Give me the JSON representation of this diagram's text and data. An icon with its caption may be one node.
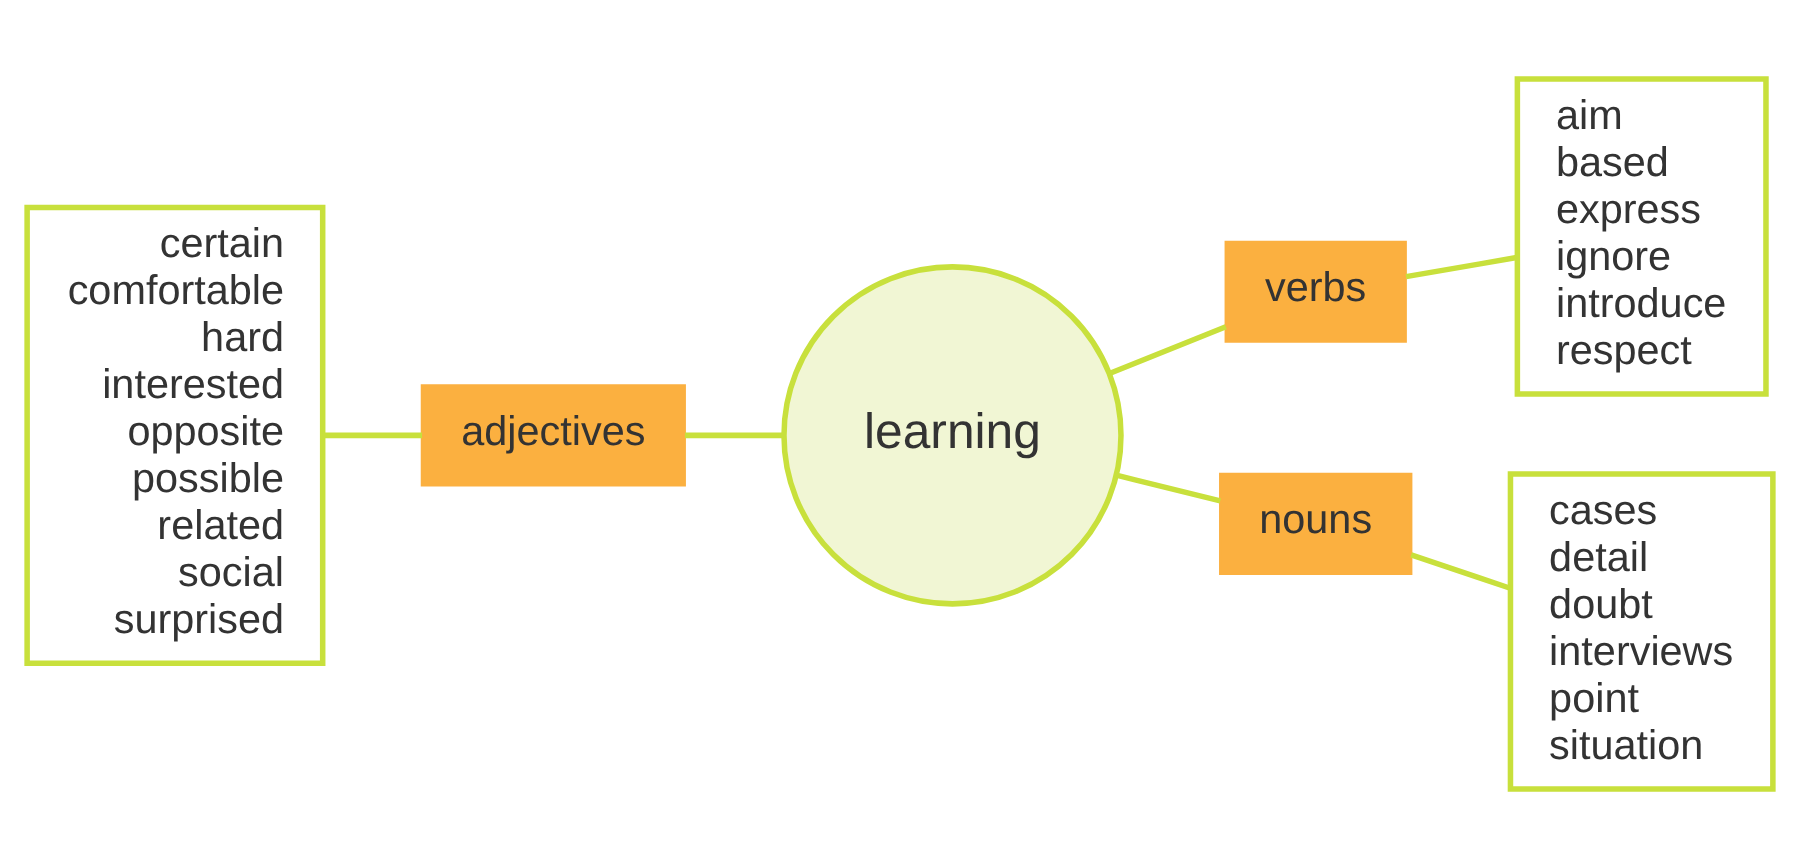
{
  "diagram": {
    "nodes": [
      {
        "text": [
          "certain",
          "comfortable",
          "hard",
          "interested",
          "opposite",
          "possible",
          "related",
          "social",
          "surprised"
        ]
      },
      {
        "text": [
          "adjectives"
        ]
      },
      {
        "text": [
          "learning"
        ]
      },
      {
        "text": [
          "verbs"
        ]
      },
      {
        "text": [
          "aim",
          "based",
          "express",
          "ignore",
          "introduce",
          "respect"
        ]
      },
      {
        "text": [
          "nouns"
        ]
      },
      {
        "text": [
          "cases",
          "detail",
          "doubt",
          "interviews",
          "point",
          "situation"
        ]
      }
    ],
    "edges": [
      {
        "from": 0,
        "to": 1,
        "arrow": "none"
      },
      {
        "from": 1,
        "to": 2,
        "arrow": "none"
      },
      {
        "from": 2,
        "to": 3,
        "arrow": "none"
      },
      {
        "from": 3,
        "to": 4,
        "arrow": "none"
      },
      {
        "from": 2,
        "to": 5,
        "arrow": "none"
      },
      {
        "from": 5,
        "to": 6,
        "arrow": "none"
      }
    ]
  }
}
